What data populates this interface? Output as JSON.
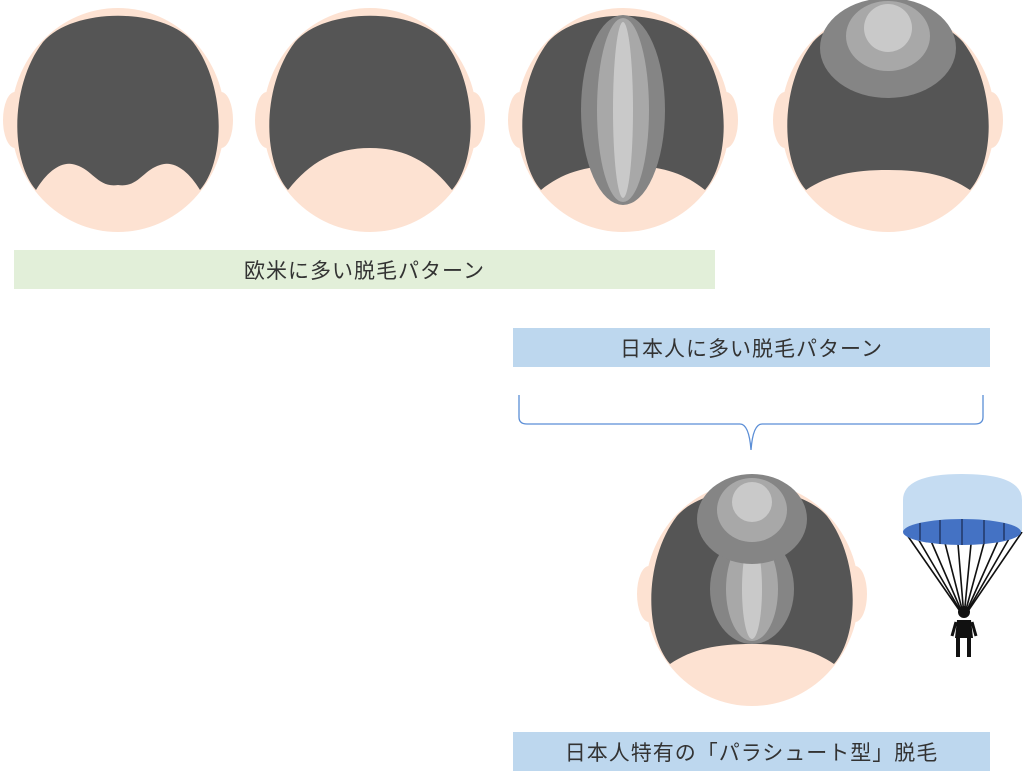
{
  "labels": {
    "western": "欧米に多い脱毛パターン",
    "japanese": "日本人に多い脱毛パターン",
    "parachute_type": "日本人特有の「パラシュート型」脱毛"
  },
  "colors": {
    "hair": "#555555",
    "skin": "#fde2d2",
    "thin_light": "#c9c9c9",
    "thin_mid": "#a8a8a8",
    "thin_dark": "#858585",
    "western_band": "#e2efd9",
    "japanese_band": "#bdd7ee",
    "canopy_top": "#c5dcf2",
    "canopy_bottom": "#4472c4",
    "brace_line": "#5b8ed6"
  },
  "icons": [
    "head-back-view",
    "parachute-icon",
    "brace-icon"
  ]
}
